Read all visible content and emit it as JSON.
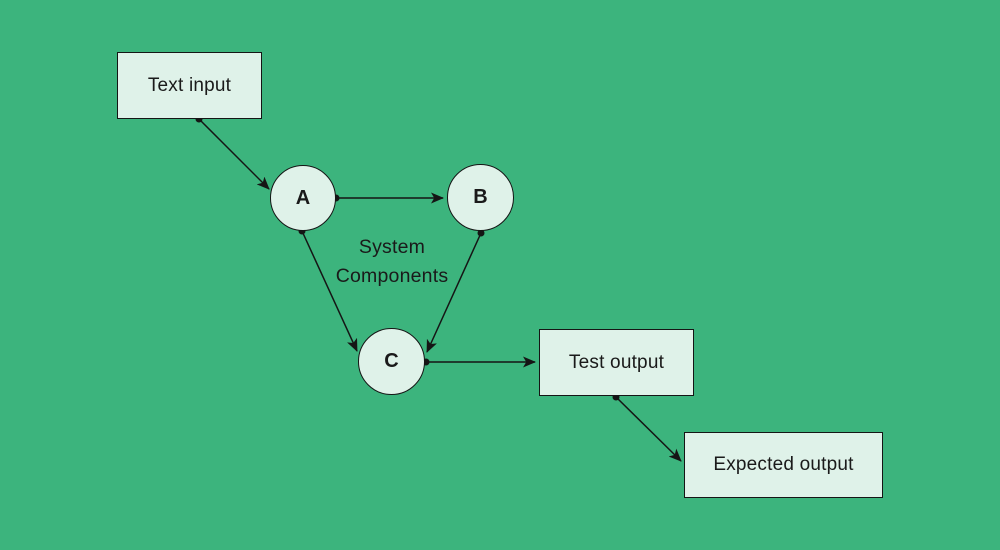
{
  "colors": {
    "canvas_bg": "#3CB47D",
    "node_fill": "#DFF2E9",
    "line_color": "#151515",
    "text_color": "#1A1A1A"
  },
  "diagram": {
    "nodes": {
      "text_input": {
        "label": "Text input"
      },
      "a": {
        "label": "A"
      },
      "b": {
        "label": "B"
      },
      "c": {
        "label": "C"
      },
      "test_output": {
        "label": "Test output"
      },
      "expected_output": {
        "label": "Expected output"
      }
    },
    "annotation": {
      "line1": "System",
      "line2": "Components"
    },
    "edges": [
      {
        "from": "text_input",
        "to": "a"
      },
      {
        "from": "a",
        "to": "b"
      },
      {
        "from": "a",
        "to": "c"
      },
      {
        "from": "b",
        "to": "c"
      },
      {
        "from": "c",
        "to": "test_output"
      },
      {
        "from": "test_output",
        "to": "expected_output"
      }
    ]
  }
}
